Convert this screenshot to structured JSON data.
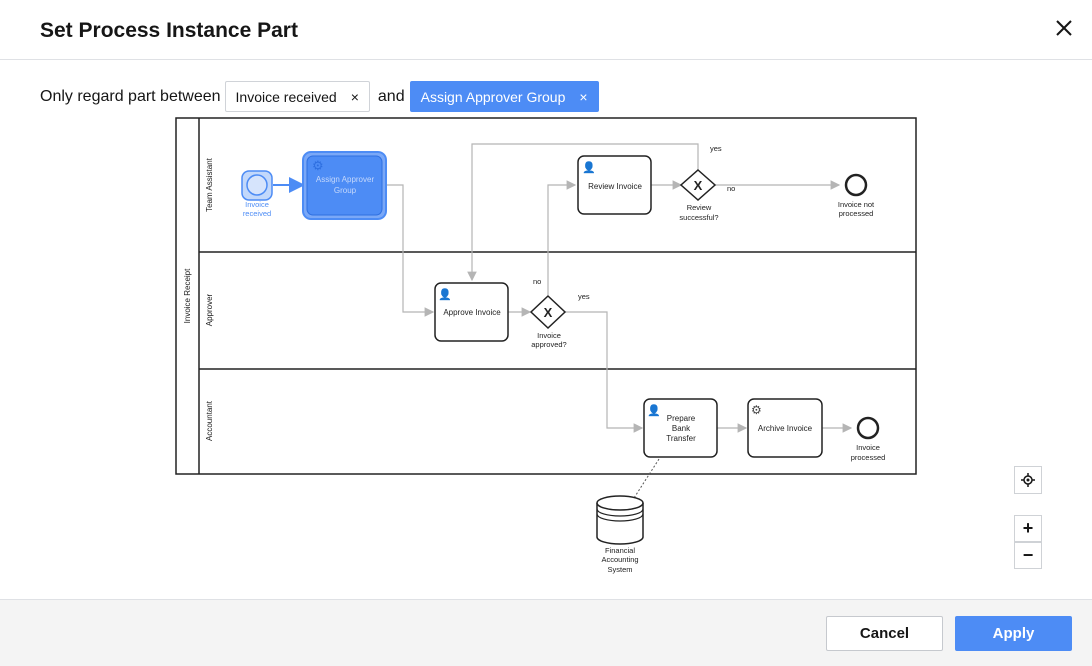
{
  "dialog": {
    "title": "Set Process Instance Part",
    "close_icon": "close-icon"
  },
  "filter": {
    "label": "Only regard part between",
    "start_node": "Invoice received",
    "connector": "and",
    "end_node": "Assign Approver Group",
    "remove_glyph": "×"
  },
  "diagram": {
    "pool": "Invoice Receipt",
    "lanes": [
      "Team Assistant",
      "Approver",
      "Accountant"
    ],
    "nodes": {
      "start_event": "Invoice received",
      "assign_group": "Assign Approver Group",
      "review_invoice": "Review Invoice",
      "review_gateway": "Review successful?",
      "end_not_processed": "Invoice not processed",
      "approve_invoice": "Approve Invoice",
      "approve_gateway": "Invoice approved?",
      "prepare_transfer": "Prepare Bank Transfer",
      "archive_invoice": "Archive Invoice",
      "end_processed": "Invoice processed",
      "datastore": "Financial Accounting System"
    },
    "flow_labels": {
      "review_yes": "yes",
      "review_no": "no",
      "approve_no": "no",
      "approve_yes": "yes"
    },
    "highlight_color": "#4d8cf5"
  },
  "zoom": {
    "fit_icon": "crosshair-icon",
    "in_label": "+",
    "out_label": "−"
  },
  "footer": {
    "cancel": "Cancel",
    "apply": "Apply"
  }
}
